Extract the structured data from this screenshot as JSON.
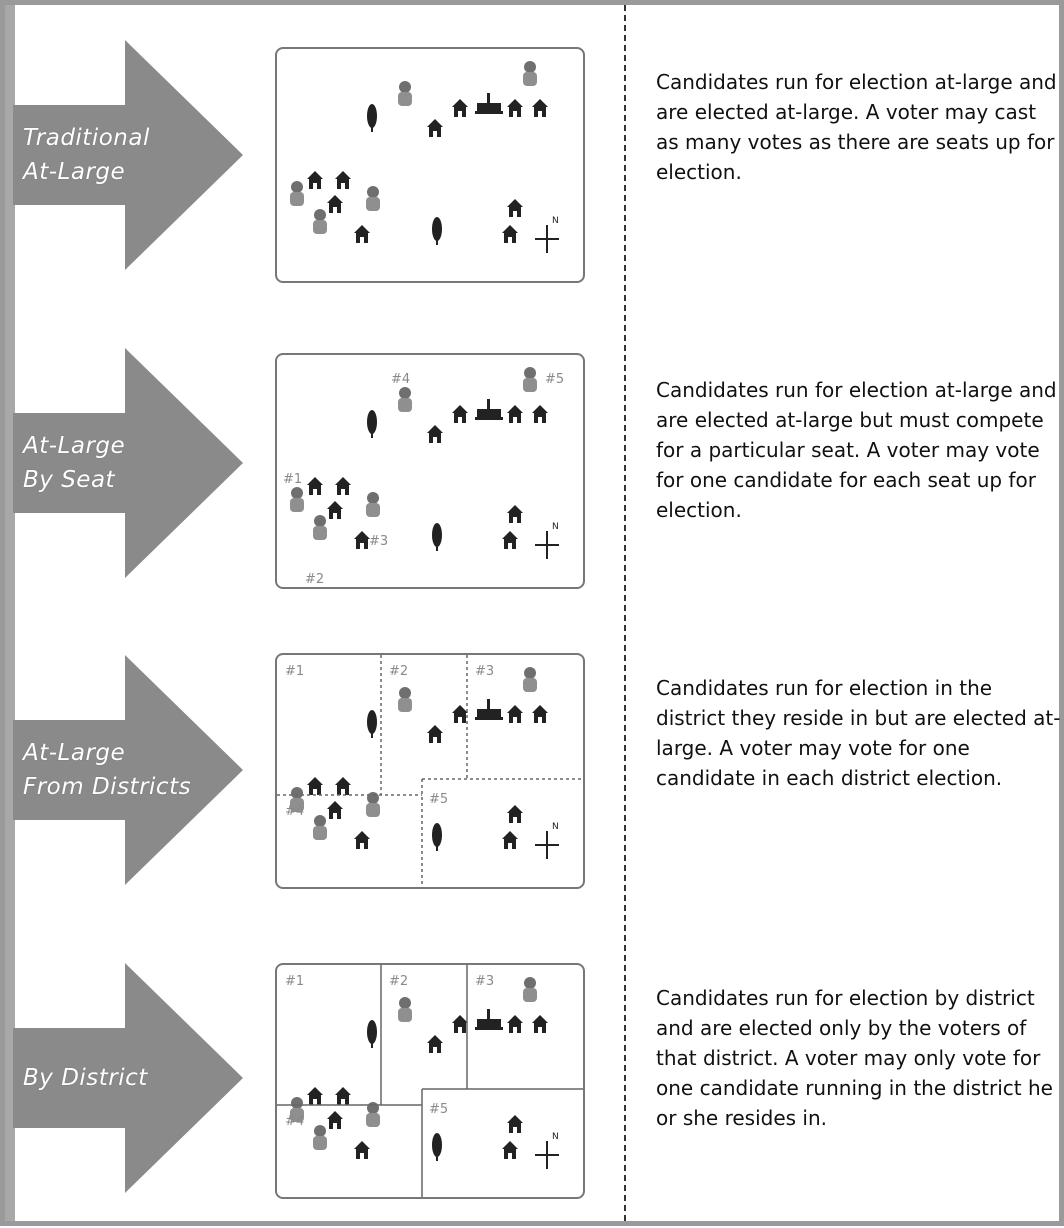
{
  "rows": [
    {
      "label_lines": [
        "Traditional",
        "At-Large"
      ],
      "description": "Candidates run for election at-large and are elected at-large. A voter may cast as many votes as there are seats up for election.",
      "map_type": "at-large",
      "district_labels": [],
      "seat_labels": [],
      "compass": "N"
    },
    {
      "label_lines": [
        "At-Large",
        "By Seat"
      ],
      "description": "Candidates run for election at-large and are elected at-large but must compete for a particular seat. A voter may vote for one candidate for each seat up for election.",
      "map_type": "by-seat",
      "district_labels": [],
      "seat_labels": [
        "#1",
        "#2",
        "#3",
        "#4",
        "#5"
      ],
      "compass": "N"
    },
    {
      "label_lines": [
        "At-Large",
        "From Districts"
      ],
      "description": "Candidates run for election in the district they reside in but are elected at-large. A voter may vote for one candidate in each district election.",
      "map_type": "from-districts",
      "district_labels": [
        "#1",
        "#2",
        "#3",
        "#4",
        "#5"
      ],
      "seat_labels": [],
      "compass": "N"
    },
    {
      "label_lines": [
        "By District"
      ],
      "description": "Candidates run for election by district and are elected only by the voters of that district. A voter may only vote for one candidate running in the district he or she resides in.",
      "map_type": "by-district",
      "district_labels": [
        "#1",
        "#2",
        "#3",
        "#4",
        "#5"
      ],
      "seat_labels": [],
      "compass": "N"
    }
  ],
  "colors": {
    "arrow": "#8a8a8a",
    "border": "#9a9a9a",
    "candidate": "#8f8f8f",
    "house": "#222222"
  }
}
